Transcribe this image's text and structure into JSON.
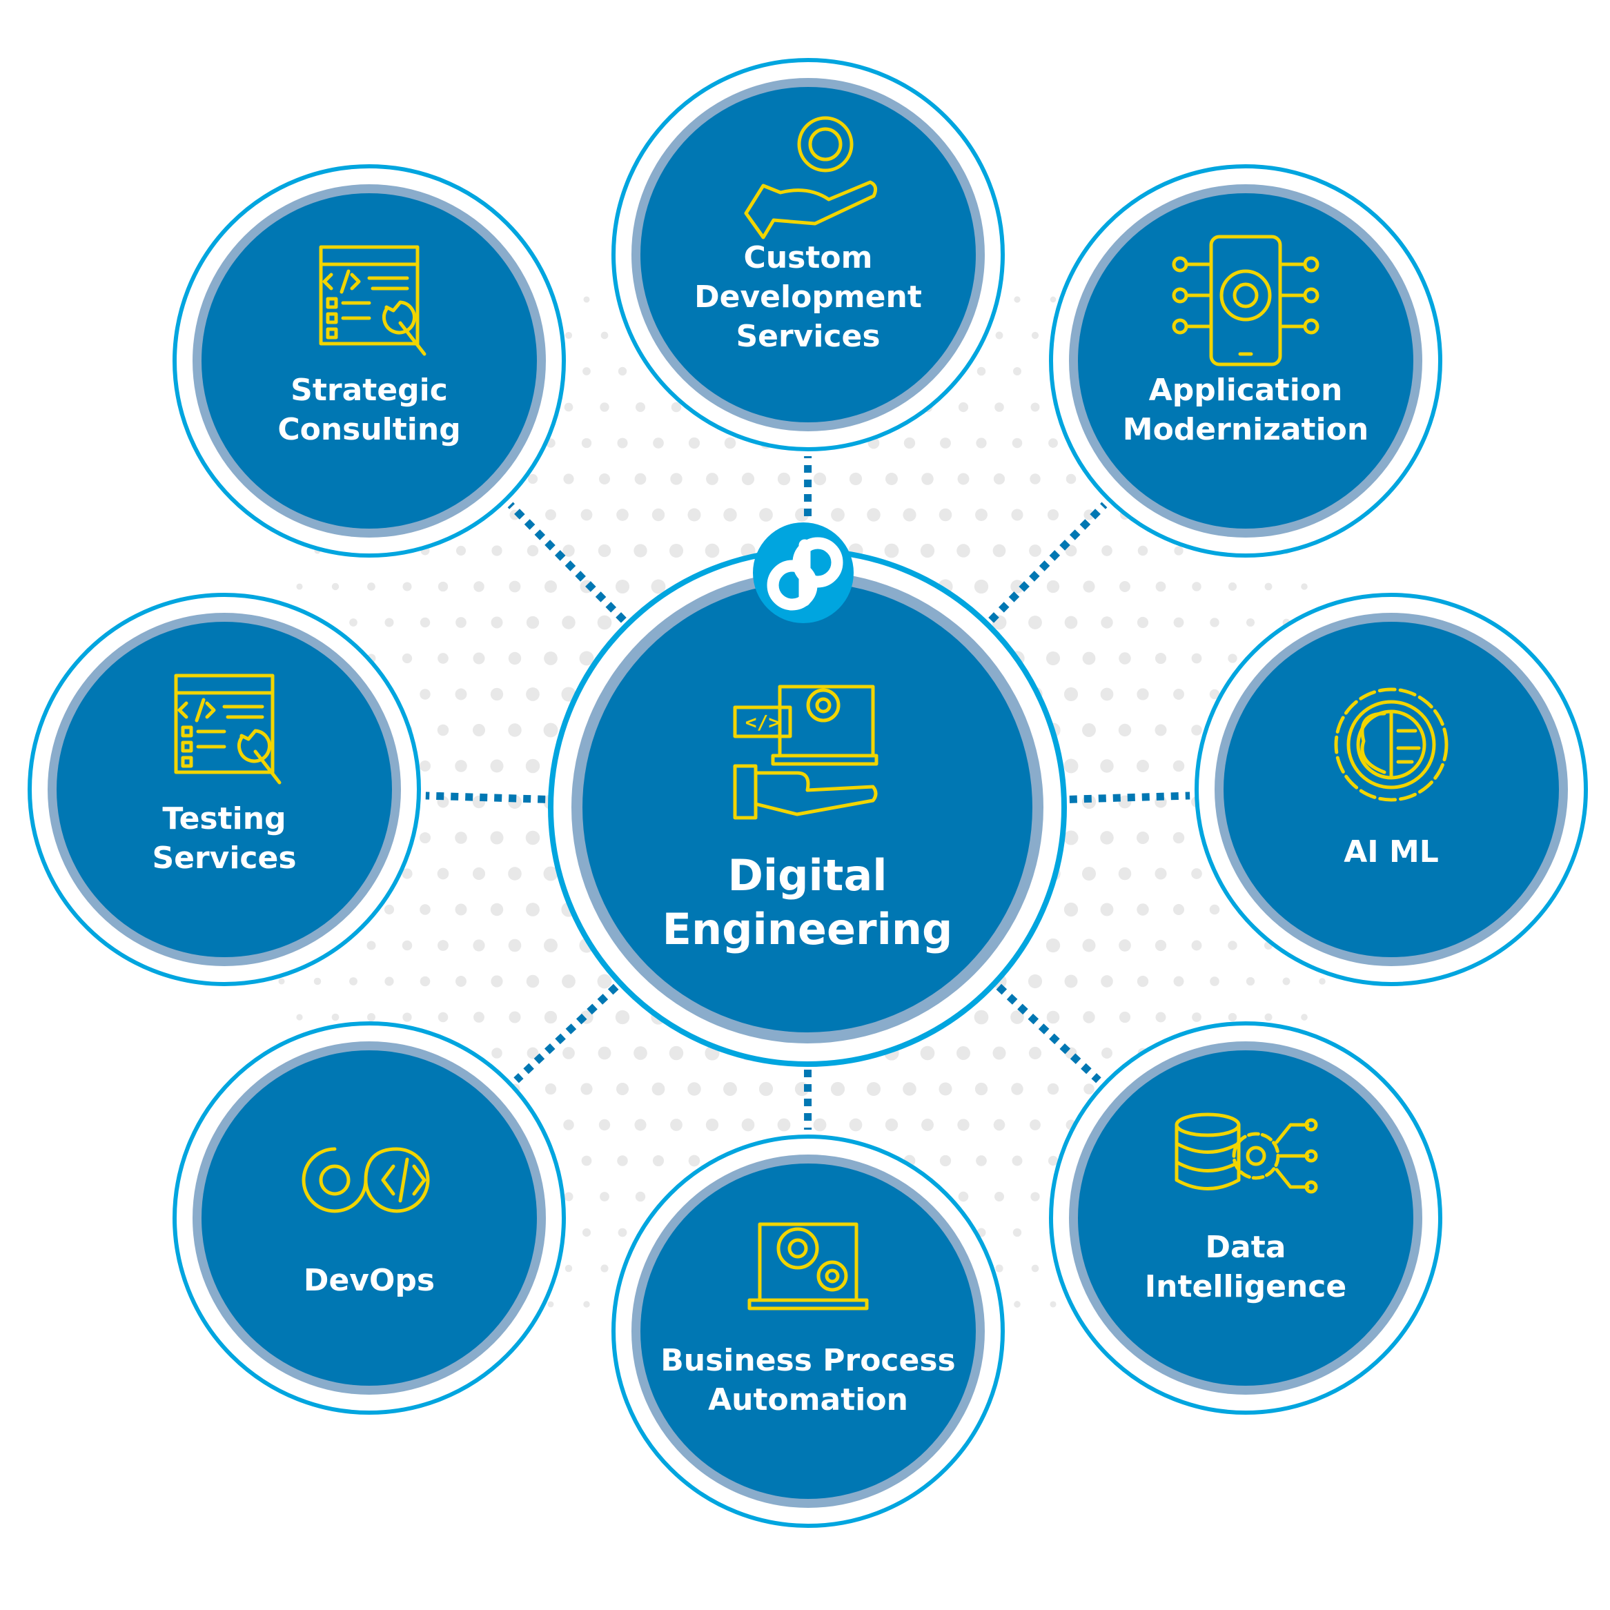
{
  "center": {
    "line1": "Digital",
    "line2": "Engineering",
    "logo": "dp"
  },
  "services": [
    {
      "id": "custom-development",
      "lines": [
        "Custom",
        "Development",
        "Services"
      ],
      "icon": "hand-gear-icon"
    },
    {
      "id": "strategic-consulting",
      "lines": [
        "Strategic",
        "Consulting"
      ],
      "icon": "code-wrench-icon"
    },
    {
      "id": "application-modernization",
      "lines": [
        "Application",
        "Modernization"
      ],
      "icon": "mobile-gear-icon"
    },
    {
      "id": "testing-services",
      "lines": [
        "Testing",
        "Services"
      ],
      "icon": "code-wrench-icon"
    },
    {
      "id": "ai-ml",
      "lines": [
        "AI ML"
      ],
      "icon": "brain-gear-icon"
    },
    {
      "id": "devops",
      "lines": [
        "DevOps"
      ],
      "icon": "devops-loop-icon"
    },
    {
      "id": "business-process-automation",
      "lines": [
        "Business Process",
        "Automation"
      ],
      "icon": "laptop-gears-icon"
    },
    {
      "id": "data-intelligence",
      "lines": [
        "Data",
        "Intelligence"
      ],
      "icon": "database-gear-icon"
    }
  ],
  "colors": {
    "fill": "#0077b3",
    "ring": "#00a5df",
    "inner_ring": "#8aaccb",
    "icon": "#f2d500",
    "dots": "#e8e8e8"
  }
}
